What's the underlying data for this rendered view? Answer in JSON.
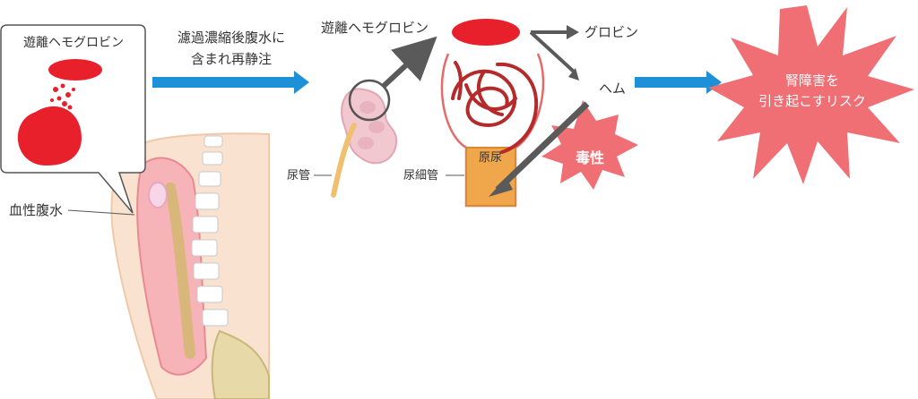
{
  "labels": {
    "free_hb_bubble": "遊離ヘモグロビン",
    "ascites": "血性腹水",
    "process_line1": "濾過濃縮後腹水に",
    "process_line2": "含まれ再静注",
    "free_hb": "遊離ヘモグロビン",
    "globin": "グロビン",
    "heme": "ヘム",
    "ureter": "尿管",
    "tubule": "尿細管",
    "primary_urine": "原尿",
    "toxicity": "毒性",
    "risk_line1": "腎障害を",
    "risk_line2": "引き起こすリスク"
  },
  "colors": {
    "hemoglobin_red": "#e8202b",
    "arrow_blue": "#1e90d8",
    "arrow_gray": "#5a5a5a",
    "burst_pink": "#ef6f74",
    "tubule_orange": "#f0a64a",
    "glomerulus": "#c0392b"
  }
}
